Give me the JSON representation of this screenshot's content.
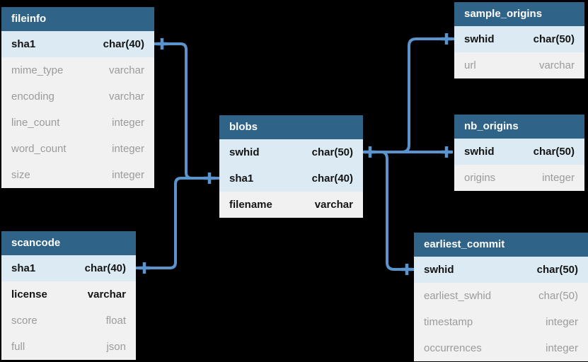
{
  "diagram": {
    "tables": [
      {
        "name": "fileinfo",
        "columns": [
          {
            "field": "sha1",
            "type": "char(40)",
            "style": "key"
          },
          {
            "field": "mime_type",
            "type": "varchar",
            "style": "normal"
          },
          {
            "field": "encoding",
            "type": "varchar",
            "style": "normal"
          },
          {
            "field": "line_count",
            "type": "integer",
            "style": "normal"
          },
          {
            "field": "word_count",
            "type": "integer",
            "style": "normal"
          },
          {
            "field": "size",
            "type": "integer",
            "style": "normal"
          }
        ]
      },
      {
        "name": "scancode",
        "columns": [
          {
            "field": "sha1",
            "type": "char(40)",
            "style": "key"
          },
          {
            "field": "license",
            "type": "varchar",
            "style": "emphasis"
          },
          {
            "field": "score",
            "type": "float",
            "style": "normal"
          },
          {
            "field": "full",
            "type": "json",
            "style": "normal"
          }
        ]
      },
      {
        "name": "blobs",
        "columns": [
          {
            "field": "swhid",
            "type": "char(50)",
            "style": "key"
          },
          {
            "field": "sha1",
            "type": "char(40)",
            "style": "key"
          },
          {
            "field": "filename",
            "type": "varchar",
            "style": "emphasis"
          }
        ]
      },
      {
        "name": "sample_origins",
        "columns": [
          {
            "field": "swhid",
            "type": "char(50)",
            "style": "key"
          },
          {
            "field": "url",
            "type": "varchar",
            "style": "normal"
          }
        ]
      },
      {
        "name": "nb_origins",
        "columns": [
          {
            "field": "swhid",
            "type": "char(50)",
            "style": "key"
          },
          {
            "field": "origins",
            "type": "integer",
            "style": "normal"
          }
        ]
      },
      {
        "name": "earliest_commit",
        "columns": [
          {
            "field": "swhid",
            "type": "char(50)",
            "style": "key"
          },
          {
            "field": "earliest_swhid",
            "type": "char(50)",
            "style": "normal"
          },
          {
            "field": "timestamp",
            "type": "integer",
            "style": "normal"
          },
          {
            "field": "occurrences",
            "type": "integer",
            "style": "normal"
          }
        ]
      }
    ],
    "relationships": [
      {
        "from": "fileinfo.sha1",
        "to": "blobs.sha1"
      },
      {
        "from": "scancode.sha1",
        "to": "blobs.sha1"
      },
      {
        "from": "blobs.swhid",
        "to": "sample_origins.swhid"
      },
      {
        "from": "blobs.swhid",
        "to": "nb_origins.swhid"
      },
      {
        "from": "blobs.swhid",
        "to": "earliest_commit.swhid"
      }
    ],
    "colors": {
      "background": "#000000",
      "header_bg": "#2f6388",
      "header_text": "#ffffff",
      "key_row_bg": "#dcebf3",
      "row_bg": "#f1f1f1",
      "muted_text": "#9b9b9b",
      "strong_text": "#141414",
      "connector": "#5b94cc"
    }
  }
}
